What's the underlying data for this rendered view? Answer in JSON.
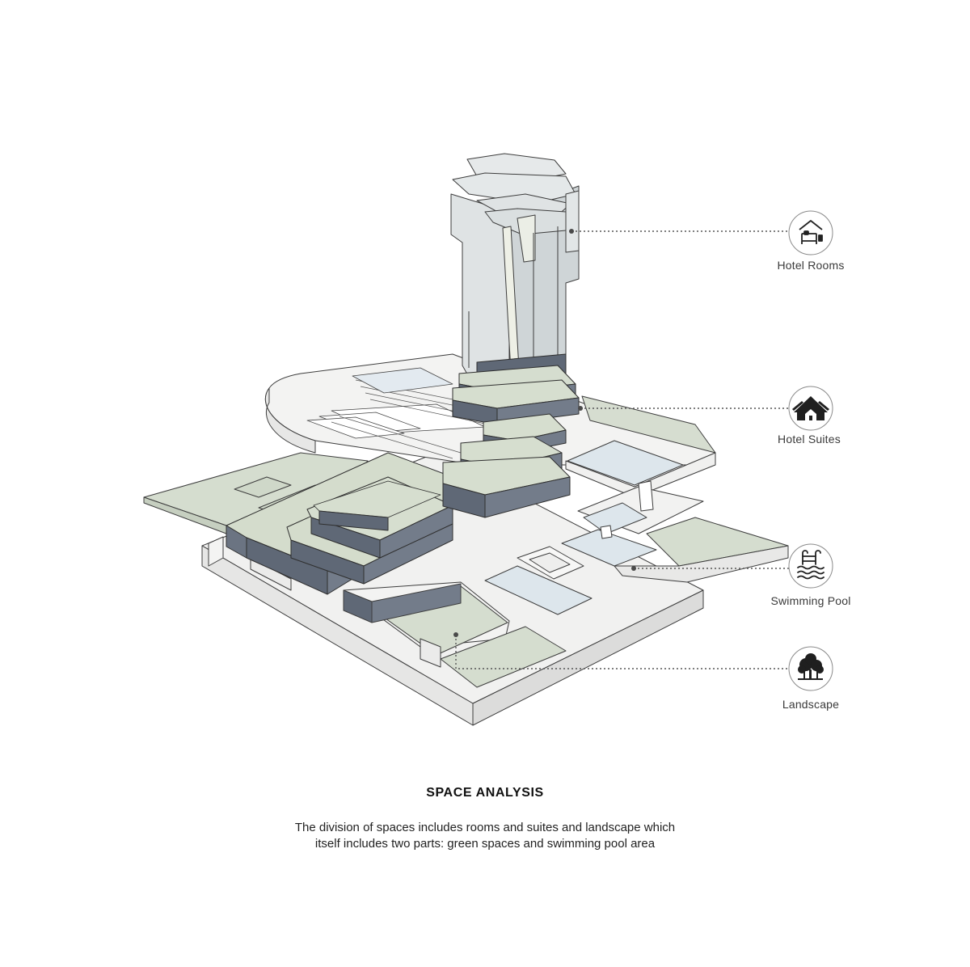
{
  "title": "SPACE ANALYSIS",
  "description_lines": [
    "The division of spaces includes rooms and suites and landscape which",
    "itself includes two parts: green spaces and swimming pool area"
  ],
  "legend": {
    "hotel_rooms": {
      "label": "Hotel Rooms",
      "icon": "bed-icon"
    },
    "hotel_suites": {
      "label": "Hotel Suites",
      "icon": "houses-icon"
    },
    "swimming_pool": {
      "label": "Swimming Pool",
      "icon": "pool-ladder-icon"
    },
    "landscape": {
      "label": "Landscape",
      "icon": "trees-icon"
    }
  },
  "colors": {
    "tower_face": "#dfe3e4",
    "tower_side": "#c9cfd1",
    "suite_block": "#6b7482",
    "terrace_green": "#d5ddcf",
    "pool_water": "#dde6ec",
    "base_slab": "#f0f0ef",
    "outline": "#3d3d3d",
    "leader_line": "#555555"
  }
}
